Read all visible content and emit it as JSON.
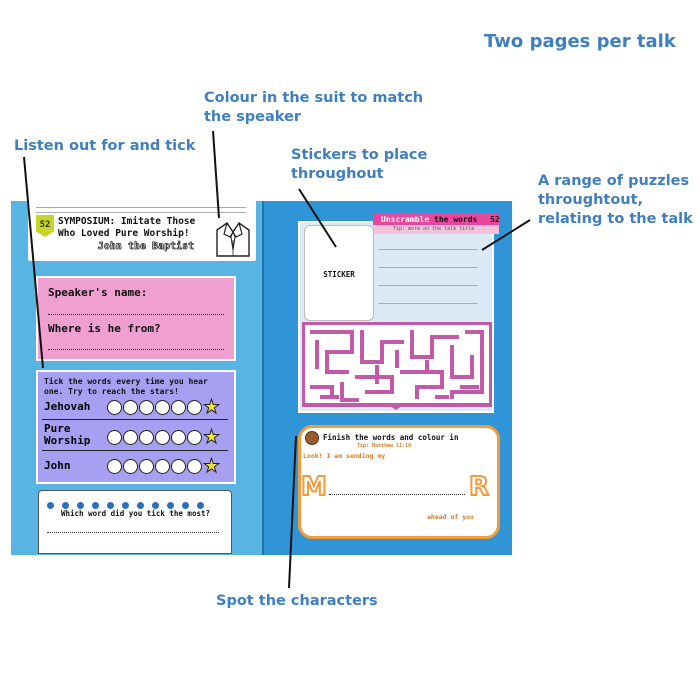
{
  "header": {
    "title": "Two pages per talk"
  },
  "callouts": {
    "colour_suit": [
      "Colour in the suit to match",
      "the speaker"
    ],
    "listen_tick": "Listen out for and tick",
    "stickers": [
      "Stickers to place",
      "throughout"
    ],
    "puzzles": [
      "A range of puzzles",
      "throughtout,",
      "relating to the talk"
    ],
    "spot_characters": "Spot the characters"
  },
  "left_page": {
    "page_number": "52",
    "symposium_title": [
      "SYMPOSIUM: Imitate Those",
      "Who Loved Pure Worship!"
    ],
    "subtitle": "John the Baptist",
    "speaker_name_label": "Speaker's name:",
    "speaker_from_label": "Where is he from?",
    "tick_instructions": [
      "Tick the words every time you hear",
      "one. Try to reach the stars!"
    ],
    "tick_rows": [
      {
        "label": [
          "Jehovah"
        ]
      },
      {
        "label": [
          "Pure",
          "Worship"
        ]
      },
      {
        "label": [
          "John"
        ]
      }
    ],
    "most_ticked_question": "Which word did you tick the most?"
  },
  "right_page": {
    "page_number": "52",
    "unscramble_word1": "Unscramble",
    "unscramble_word2": "the words",
    "unscramble_hint": "Tip: more on the talk title",
    "sticker_label": "STICKER",
    "finish_title": "Finish the words and colour in",
    "finish_ref": "Tip: Matthew 11:10",
    "finish_line1": "Look! I am sending my",
    "finish_letter_left": "M",
    "finish_letter_right": "R",
    "finish_tail": "ahead of you"
  },
  "colors": {
    "callout": "#3f7fc0",
    "page_blue": "#58b4e2",
    "speaker_pink": "#ef9fd0",
    "tick_purple": "#a79ff2",
    "maze_magenta": "#c25aa7",
    "unscramble_pink": "#e9469d",
    "letter_orange": "#f39b3c"
  }
}
